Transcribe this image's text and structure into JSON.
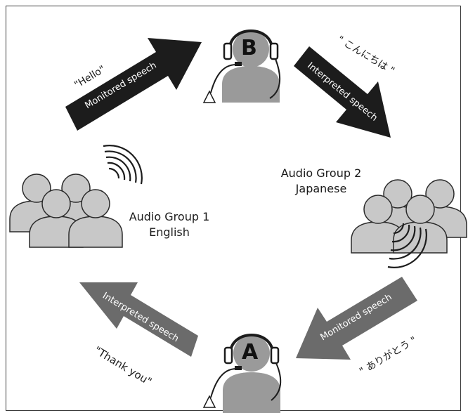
{
  "interpreters": {
    "top": {
      "badge": "B"
    },
    "bottom": {
      "badge": "A"
    }
  },
  "groups": {
    "group1": {
      "name": "Audio Group 1",
      "language": "English"
    },
    "group2": {
      "name": "Audio Group 2",
      "language": "Japanese"
    }
  },
  "arrows": {
    "top_left": {
      "label": "Monitored speech",
      "quote": "\"Hello\"",
      "color": "#1c1c1c"
    },
    "top_right": {
      "label": "Interpreted speech",
      "quote": "\" こんにちは \"",
      "color": "#1c1c1c"
    },
    "bottom_right": {
      "label": "Monitored speech",
      "quote": "\" ありがとう \"",
      "color": "#6b6b6b"
    },
    "bottom_left": {
      "label": "Interpreted speech",
      "quote": "\"Thank you\"",
      "color": "#6b6b6b"
    }
  },
  "colors": {
    "person_fill": "#c8c8c8",
    "person_stroke": "#2a2a2a",
    "badge_fill": "#9a9a9a"
  }
}
